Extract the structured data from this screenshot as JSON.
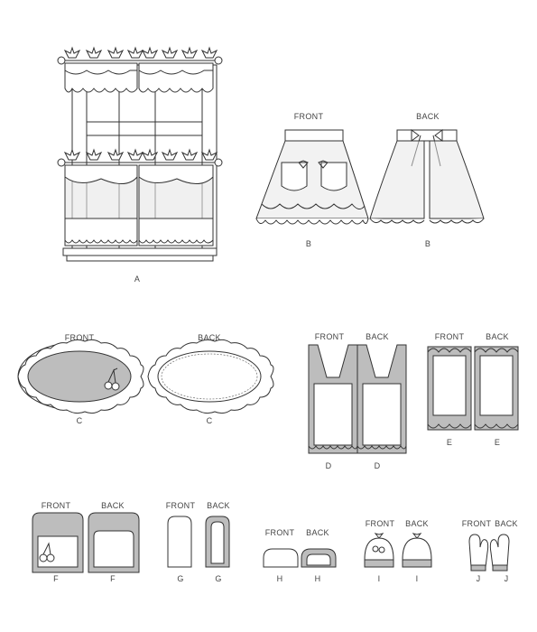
{
  "labels": {
    "A": {
      "letter": "A"
    },
    "B": {
      "front": "FRONT",
      "back": "BACK",
      "letter_front": "B",
      "letter_back": "B"
    },
    "C": {
      "front": "FRONT",
      "back": "BACK",
      "letter_front": "C",
      "letter_back": "C"
    },
    "D": {
      "front": "FRONT",
      "back": "BACK",
      "letter_front": "D",
      "letter_back": "D"
    },
    "E": {
      "front": "FRONT",
      "back": "BACK",
      "letter_front": "E",
      "letter_back": "E"
    },
    "F": {
      "front": "FRONT",
      "back": "BACK",
      "letter_front": "F",
      "letter_back": "F"
    },
    "G": {
      "front": "FRONT",
      "back": "BACK",
      "letter_front": "G",
      "letter_back": "G"
    },
    "H": {
      "front": "FRONT",
      "back": "BACK",
      "letter_front": "H",
      "letter_back": "H"
    },
    "I": {
      "front": "FRONT",
      "back": "BACK",
      "letter_front": "I",
      "letter_back": "I"
    },
    "J": {
      "front": "FRONT",
      "back": "BACK",
      "letter_front": "J",
      "letter_back": "J"
    }
  }
}
